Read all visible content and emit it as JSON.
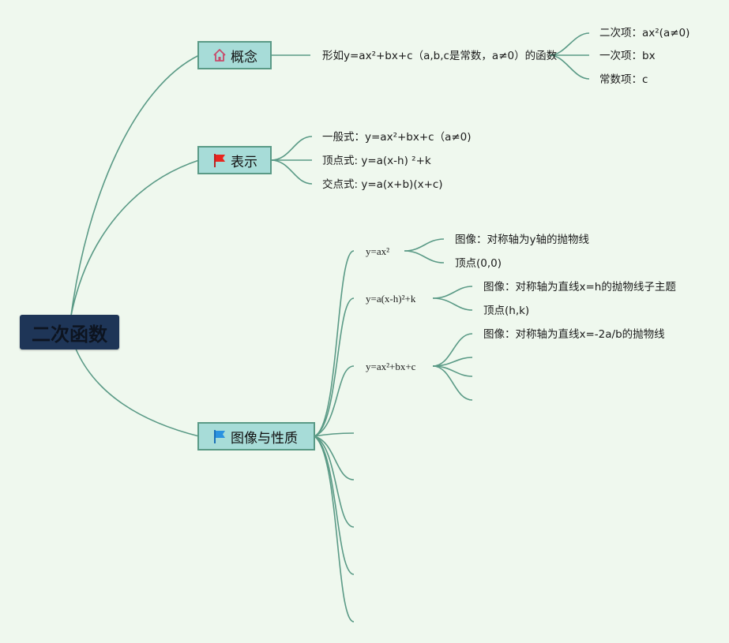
{
  "root": {
    "label": "二次函数"
  },
  "branches": {
    "concept": {
      "label": "概念",
      "icon": "house-icon",
      "definition": "形如y=ax²+bx+c（a,b,c是常数，a≠0）的函数",
      "terms": [
        "二次项：ax²(a≠0)",
        "一次项：bx",
        "常数项：c"
      ]
    },
    "representation": {
      "label": "表示",
      "icon": "red-flag-icon",
      "forms": [
        "一般式：y=ax²+bx+c（a≠0)",
        "顶点式: y=a(x-h) ²+k",
        "交点式: y=a(x+b)(x+c)"
      ]
    },
    "graph": {
      "label": "图像与性质",
      "icon": "blue-flag-icon",
      "forms": [
        {
          "label": "y=ax²",
          "details": [
            "图像：对称轴为y轴的抛物线",
            "顶点(0,0)"
          ]
        },
        {
          "label": "y=a(x-h)²+k",
          "details": [
            "图像：对称轴为直线x=h的抛物线子主题",
            "顶点(h,k)"
          ]
        },
        {
          "label": "y=ax²+bx+c",
          "details": [
            "图像：对称轴为直线x=-2a/b的抛物线"
          ]
        }
      ]
    }
  },
  "colors": {
    "background": "#eff8ee",
    "link": "#5a9a86",
    "root_fill": "#1e3557",
    "topic_fill": "#a7dcd8",
    "topic_border": "#5a9a86"
  }
}
